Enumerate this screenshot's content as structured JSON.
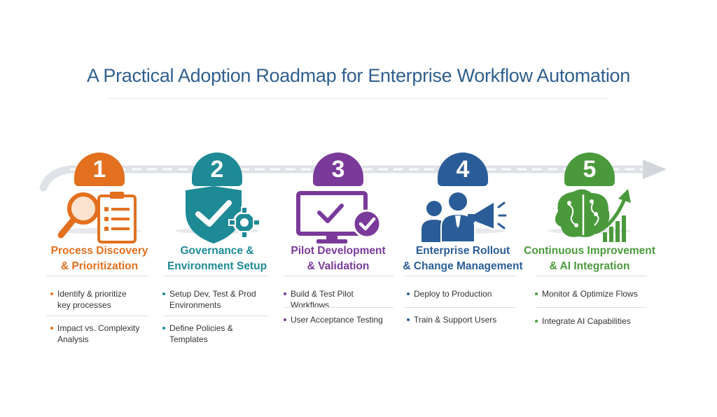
{
  "title": "A Practical Adoption Roadmap for Enterprise Workflow Automation",
  "steps": [
    {
      "number": "1",
      "title_line1": "Process Discovery",
      "title_line2": "& Prioritization",
      "color": "#e2701f",
      "icon": "magnifier-clipboard-icon",
      "bullets": [
        {
          "line1": "Identify & prioritize",
          "line2": "key processes"
        },
        {
          "line1": "Impact vs. Complexity",
          "line2": "Analysis"
        }
      ]
    },
    {
      "number": "2",
      "title_line1": "Governance &",
      "title_line2": "Environment Setup",
      "color": "#1d8a96",
      "icon": "shield-gear-icon",
      "bullets": [
        {
          "line1": "Setup Dev, Test & Prod",
          "line2": "Environments"
        },
        {
          "line1": "Define Policies & Templates",
          "line2": ""
        }
      ]
    },
    {
      "number": "3",
      "title_line1": "Pilot Development",
      "title_line2": "& Validation",
      "color": "#7a3a9a",
      "icon": "monitor-check-icon",
      "bullets": [
        {
          "line1": "Build & Test Pilot Workflows",
          "line2": ""
        },
        {
          "line1": "User Acceptance Testing",
          "line2": ""
        }
      ]
    },
    {
      "number": "4",
      "title_line1": "Enterprise Rollout",
      "title_line2": "& Change Management",
      "color": "#2a5d98",
      "icon": "people-megaphone-icon",
      "bullets": [
        {
          "line1": "Deploy to Production",
          "line2": ""
        },
        {
          "line1": "Train & Support Users",
          "line2": ""
        }
      ]
    },
    {
      "number": "5",
      "title_line1": "Continuous Improvement",
      "title_line2": "& AI Integration",
      "color": "#4a9a3c",
      "icon": "brain-growth-icon",
      "bullets": [
        {
          "line1": "Monitor & Optimize Flows",
          "line2": ""
        },
        {
          "line1": "Integrate AI Capabilities",
          "line2": ""
        }
      ]
    }
  ]
}
